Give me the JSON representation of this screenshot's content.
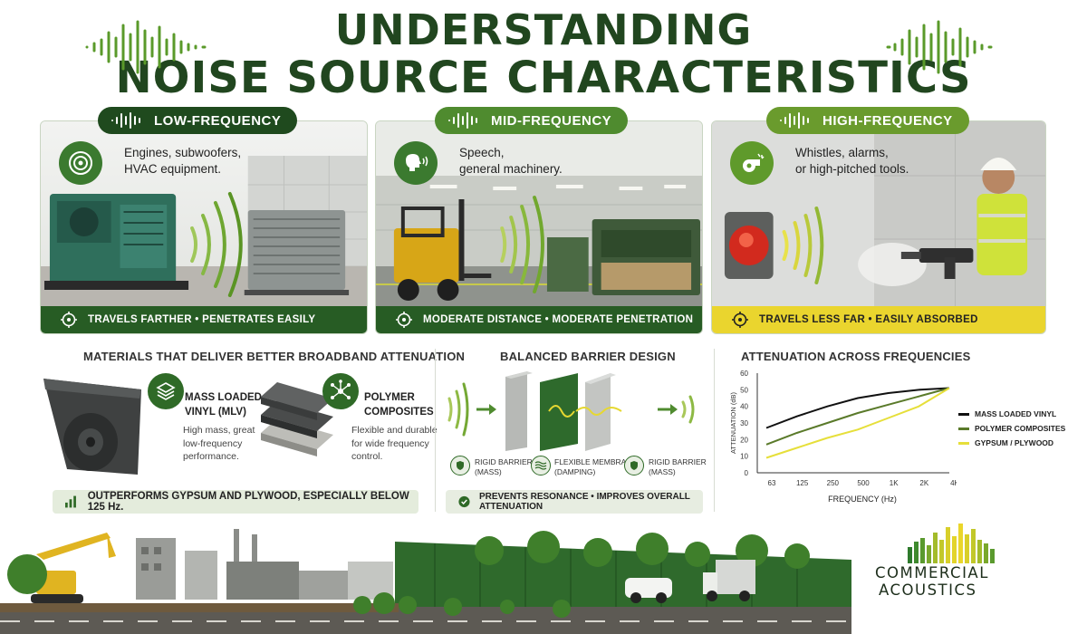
{
  "title": {
    "line1": "UNDERSTANDING",
    "line2": "NOISE SOURCE CHARACTERISTICS"
  },
  "panels": [
    {
      "label": "LOW-FREQUENCY",
      "description_line1": "Engines, subwoofers,",
      "description_line2": "HVAC equipment.",
      "footer": "TRAVELS FARTHER • PENETRATES EASILY",
      "icon": "speaker-icon"
    },
    {
      "label": "MID-FREQUENCY",
      "description_line1": "Speech,",
      "description_line2": "general machinery.",
      "footer": "MODERATE DISTANCE • MODERATE PENETRATION",
      "icon": "speaking-head-icon"
    },
    {
      "label": "HIGH-FREQUENCY",
      "description_line1": "Whistles, alarms,",
      "description_line2": "or high-pitched tools.",
      "footer": "TRAVELS LESS FAR • EASILY ABSORBED",
      "icon": "whistle-icon"
    }
  ],
  "materials": {
    "title": "MATERIALS THAT DELIVER BETTER BROADBAND ATTENUATION",
    "mlv": {
      "name_line1": "MASS LOADED",
      "name_line2": "VINYL (MLV)",
      "desc_line1": "High mass, great",
      "desc_line2": "low-frequency",
      "desc_line3": "performance."
    },
    "polymer": {
      "name_line1": "POLYMER",
      "name_line2": "COMPOSITES",
      "desc_line1": "Flexible and durable",
      "desc_line2": "for wide frequency",
      "desc_line3": "control."
    },
    "note": "OUTPERFORMS GYPSUM AND PLYWOOD, ESPECIALLY BELOW 125 Hz."
  },
  "barrier": {
    "title": "BALANCED BARRIER DESIGN",
    "layer1_line1": "RIGID BARRIER",
    "layer1_line2": "(MASS)",
    "layer2_line1": "FLEXIBLE MEMBRANE",
    "layer2_line2": "(DAMPING)",
    "layer3_line1": "RIGID BARRIER",
    "layer3_line2": "(MASS)",
    "note": "PREVENTS RESONANCE • IMPROVES OVERALL ATTENUATION"
  },
  "chart_data": {
    "type": "line",
    "title": "ATTENUATION ACROSS FREQUENCIES",
    "xlabel": "FREQUENCY (Hz)",
    "ylabel": "ATTENUATION (dB)",
    "categories": [
      "63",
      "125",
      "250",
      "500",
      "1K",
      "2K",
      "4K"
    ],
    "ylim": [
      0,
      60
    ],
    "yticks": [
      "0",
      "10",
      "20",
      "30",
      "40",
      "50",
      "60"
    ],
    "grid": false,
    "legend": "right",
    "series": [
      {
        "name": "MASS LOADED VINYL",
        "color": "#111111",
        "values": [
          27,
          34,
          40,
          45,
          48,
          50,
          51
        ]
      },
      {
        "name": "POLYMER COMPOSITES",
        "color": "#5a7a2a",
        "values": [
          17,
          24,
          30,
          36,
          41,
          46,
          51
        ]
      },
      {
        "name": "GYPSUM / PLYWOOD",
        "color": "#e6df3a",
        "values": [
          9,
          15,
          21,
          26,
          33,
          40,
          51
        ]
      }
    ]
  },
  "brand": {
    "line1": "COMMERCIAL",
    "line2": "ACOUSTICS"
  },
  "colors": {
    "dark_green": "#21461f",
    "mid_green": "#4f8b2f",
    "yellow": "#ead52e"
  }
}
